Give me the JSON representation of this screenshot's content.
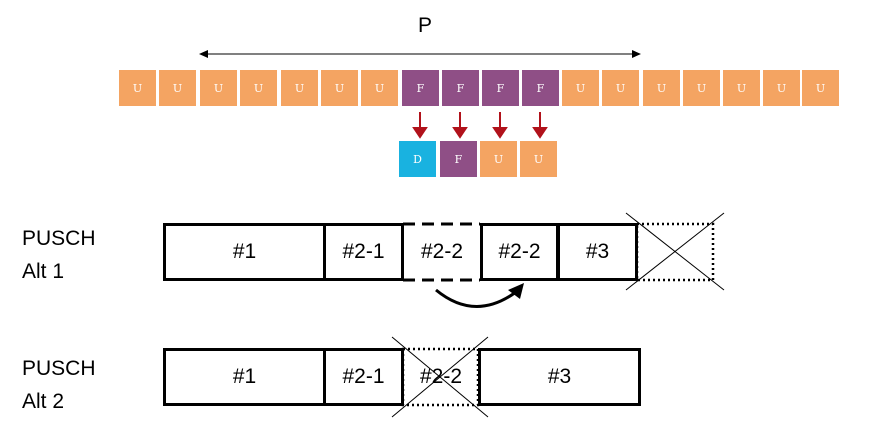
{
  "period_label": "P",
  "colors": {
    "uplink": "#f4a462",
    "flexible": "#8f4f86",
    "downlink": "#19b2e0",
    "arrow": "#b1121b"
  },
  "top_slots": [
    "U",
    "U",
    "U",
    "U",
    "U",
    "U",
    "U",
    "F",
    "F",
    "F",
    "F",
    "U",
    "U",
    "U",
    "U",
    "U",
    "U",
    "U"
  ],
  "converted_slots": [
    {
      "label": "D",
      "type": "downlink"
    },
    {
      "label": "F",
      "type": "flexible"
    },
    {
      "label": "U",
      "type": "uplink"
    },
    {
      "label": "U",
      "type": "uplink"
    }
  ],
  "alt1": {
    "label_line1": "PUSCH",
    "label_line2": "Alt 1",
    "segments": [
      "#1",
      "#2-1",
      "#2-2",
      "#2-2",
      "#3",
      ""
    ]
  },
  "alt2": {
    "label_line1": "PUSCH",
    "label_line2": "Alt 2",
    "segments": [
      "#1",
      "#2-1",
      "#2-2",
      "#3"
    ]
  }
}
